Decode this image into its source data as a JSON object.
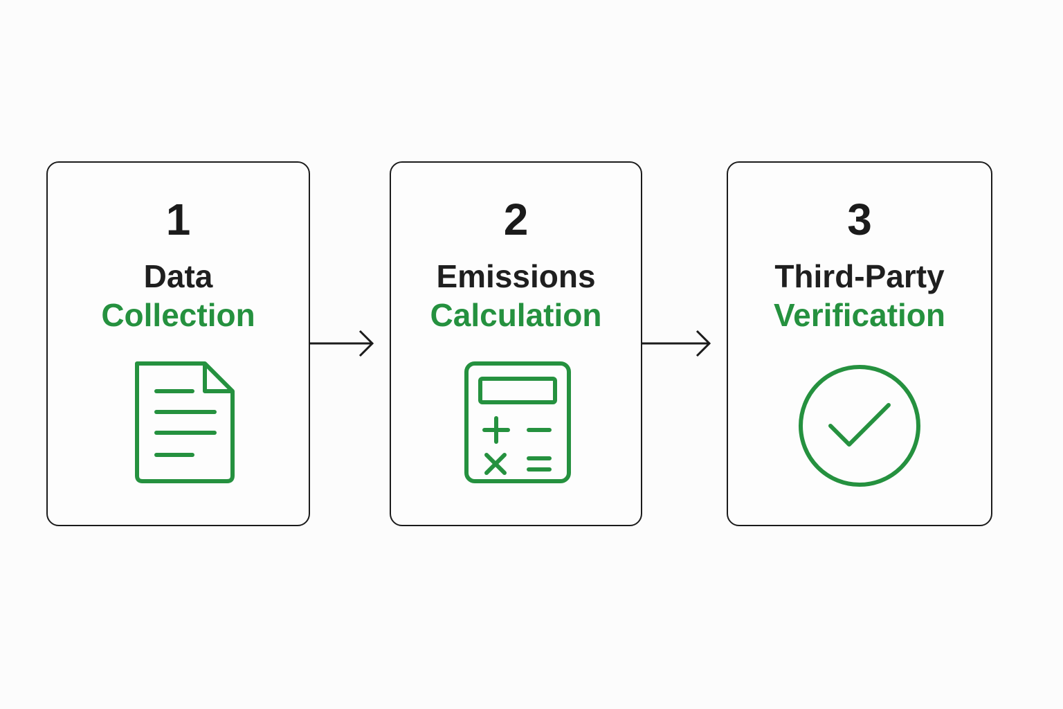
{
  "colors": {
    "accent": "#25913f",
    "ink": "#1b1b1b",
    "background": "#fcfcfc"
  },
  "steps": [
    {
      "number": "1",
      "title_line1": "Data",
      "title_line2": "Collection",
      "icon": "document-icon"
    },
    {
      "number": "2",
      "title_line1": "Emissions",
      "title_line2": "Calculation",
      "icon": "calculator-icon"
    },
    {
      "number": "3",
      "title_line1": "Third-Party",
      "title_line2": "Verification",
      "icon": "checkmark-circle-icon"
    }
  ]
}
